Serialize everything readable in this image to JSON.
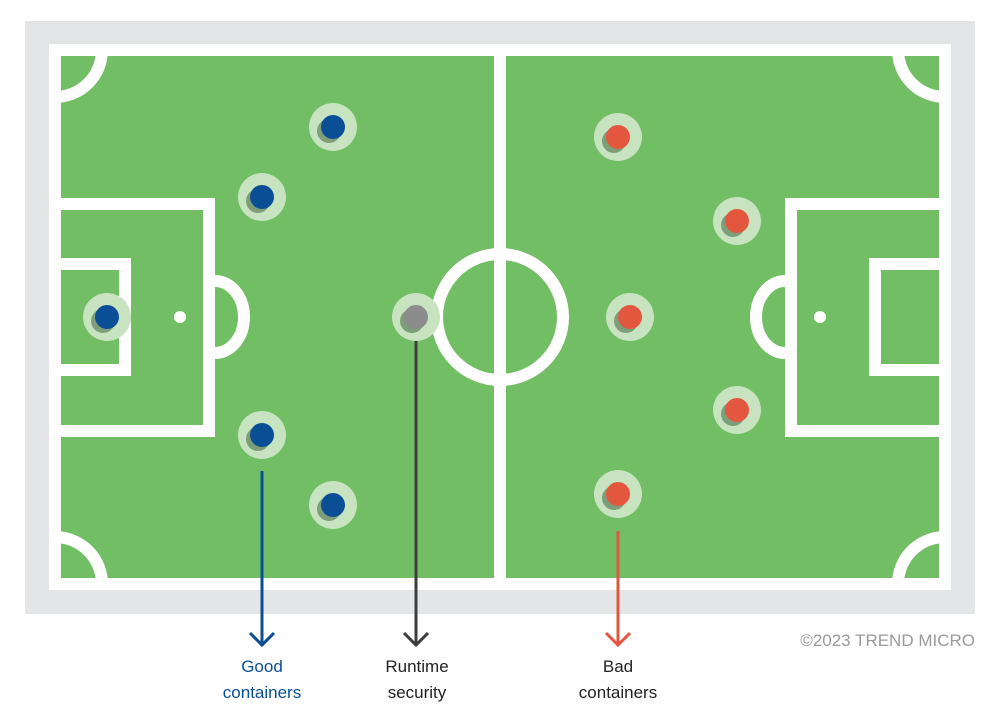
{
  "colors": {
    "border": "#e4e5e6",
    "grass": "#72be65",
    "lines": "#ffffff",
    "halo": "#c7e3c0",
    "shadow": "#7e9e79",
    "good": "#0a4f96",
    "runtime": "#8c8c8c",
    "bad": "#e4573f",
    "runtime_arrow": "#3d3d3d"
  },
  "players": {
    "good": [
      {
        "name": "player-good-1"
      },
      {
        "name": "player-good-2"
      },
      {
        "name": "player-good-3"
      },
      {
        "name": "player-good-4"
      },
      {
        "name": "player-good-5"
      }
    ],
    "runtime": [
      {
        "name": "player-runtime"
      }
    ],
    "bad": [
      {
        "name": "player-bad-1"
      },
      {
        "name": "player-bad-2"
      },
      {
        "name": "player-bad-3"
      },
      {
        "name": "player-bad-4"
      },
      {
        "name": "player-bad-5"
      }
    ]
  },
  "labels": {
    "good": {
      "line1": "Good",
      "line2": "containers"
    },
    "runtime": {
      "line1": "Runtime",
      "line2": "security"
    },
    "bad": {
      "line1": "Bad",
      "line2": "containers"
    }
  },
  "copyright": "©2023 TREND MICRO"
}
